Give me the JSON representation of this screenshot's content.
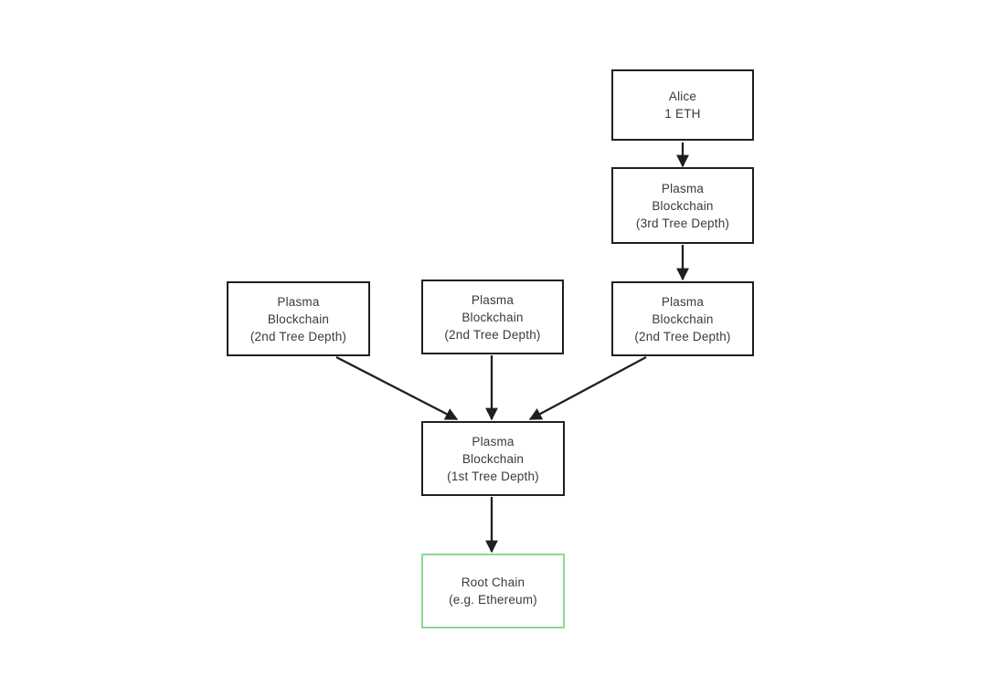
{
  "colors": {
    "background": "#ffffff",
    "line": "#1f1f1f",
    "root_border": "#8fd98f",
    "text": "#3a3a3a"
  },
  "nodes": {
    "alice": {
      "lines": [
        "Alice",
        "1 ETH"
      ]
    },
    "depth3": {
      "lines": [
        "Plasma",
        "Blockchain",
        "(3rd Tree Depth)"
      ]
    },
    "depth2_right": {
      "lines": [
        "Plasma",
        "Blockchain",
        "(2nd Tree Depth)"
      ]
    },
    "depth2_mid": {
      "lines": [
        "Plasma",
        "Blockchain",
        "(2nd Tree Depth)"
      ]
    },
    "depth2_left": {
      "lines": [
        "Plasma",
        "Blockchain",
        "(2nd Tree Depth)"
      ]
    },
    "depth1": {
      "lines": [
        "Plasma",
        "Blockchain",
        "(1st Tree Depth)"
      ]
    },
    "root": {
      "lines": [
        "Root Chain",
        "(e.g. Ethereum)"
      ]
    }
  },
  "edges": [
    {
      "from": "alice",
      "to": "depth3"
    },
    {
      "from": "depth3",
      "to": "depth2_right"
    },
    {
      "from": "depth2_left",
      "to": "depth1"
    },
    {
      "from": "depth2_mid",
      "to": "depth1"
    },
    {
      "from": "depth2_right",
      "to": "depth1"
    },
    {
      "from": "depth1",
      "to": "root"
    }
  ]
}
